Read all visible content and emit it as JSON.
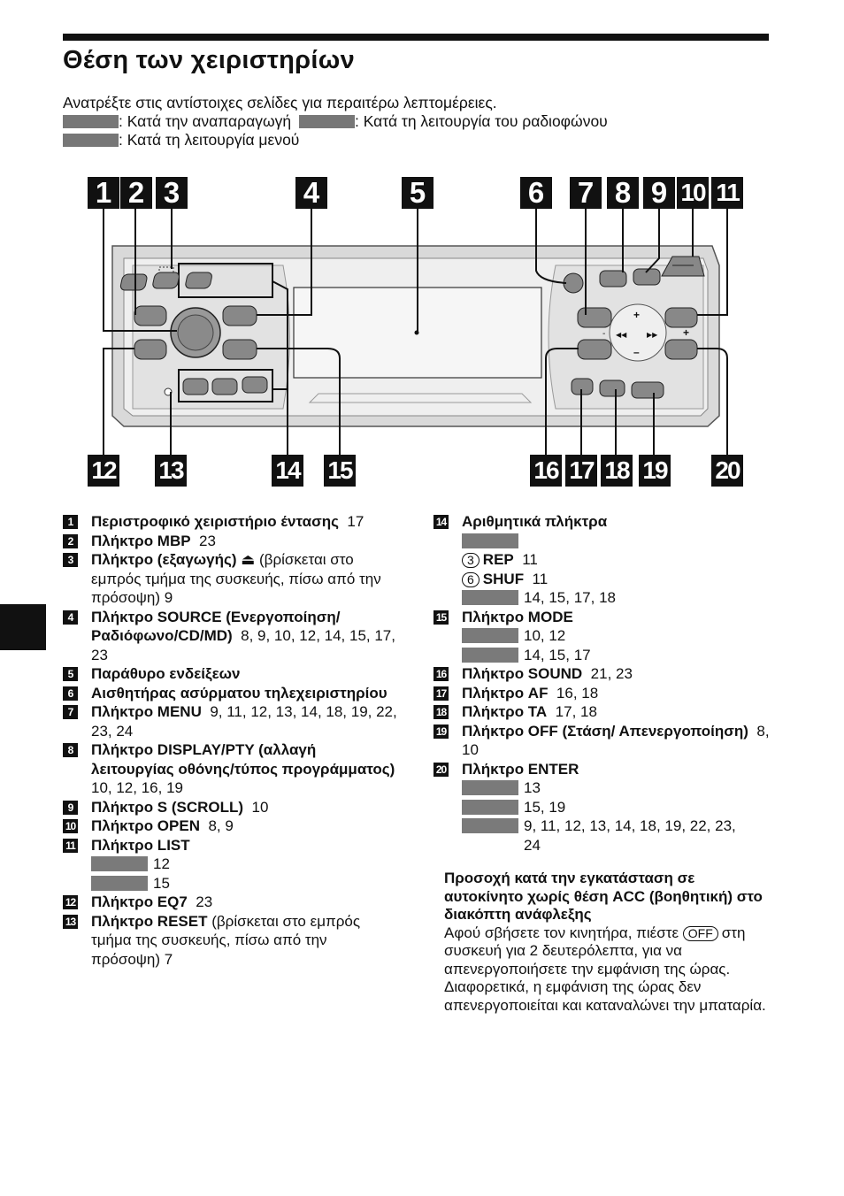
{
  "title": "Θέση των χειριστηρίων",
  "intro": {
    "line1": "Ανατρέξτε στις αντίστοιχες σελίδες για περαιτέρω λεπτομέρειες.",
    "playback": ": Κατά την αναπαραγωγή",
    "radio": ": Κατά τη λειτουργία του ραδιοφώνου",
    "menu": ": Κατά τη λειτουργία μενού"
  },
  "callouts_top": [
    "1",
    "2",
    "3",
    "4",
    "5",
    "6",
    "7",
    "8",
    "9",
    "10",
    "11"
  ],
  "callouts_bottom": [
    "12",
    "13",
    "14",
    "15",
    "16",
    "17",
    "18",
    "19",
    "20"
  ],
  "device": {
    "plus": "+",
    "minus": "–",
    "prev": "◀◀",
    "next": "▶▶"
  },
  "left": [
    {
      "n": "1",
      "name": "Περιστροφικό χειριστήριο έντασης",
      "pages": "17"
    },
    {
      "n": "2",
      "name": "Πλήκτρο MBP",
      "pages": "23"
    },
    {
      "n": "3",
      "name": "Πλήκτρο (εξαγωγής) ⏏",
      "rest": " (βρίσκεται στο εμπρός τμήμα της συσκευής, πίσω από την πρόσοψη)  9"
    },
    {
      "n": "4",
      "name": "Πλήκτρο SOURCE (Ενεργοποίηση/ Ραδιόφωνο/CD/MD)",
      "pages": "8, 9, 10, 12, 14, 15, 17, 23"
    },
    {
      "n": "5",
      "name": "Παράθυρο ενδείξεων",
      "pages": ""
    },
    {
      "n": "6",
      "name": "Αισθητήρας ασύρματου τηλεχειριστηρίου",
      "pages": ""
    },
    {
      "n": "7",
      "name": "Πλήκτρο MENU",
      "pages": "9, 11, 12, 13, 14, 18, 19, 22, 23, 24"
    },
    {
      "n": "8",
      "name": "Πλήκτρο DISPLAY/PTY (αλλαγή λειτουργίας οθόνης/τύπος προγράμματος)",
      "pages": "10, 12, 16, 19"
    },
    {
      "n": "9",
      "name": "Πλήκτρο S (SCROLL)",
      "pages": "10"
    },
    {
      "n": "10",
      "name": "Πλήκτρο OPEN",
      "pages": "8, 9"
    },
    {
      "n": "11",
      "name": "Πλήκτρο LIST",
      "pages": "",
      "sub": [
        "12",
        "15"
      ]
    },
    {
      "n": "12",
      "name": "Πλήκτρο EQ7",
      "pages": "23"
    },
    {
      "n": "13",
      "name": "Πλήκτρο RESET",
      "rest": " (βρίσκεται στο εμπρός τμήμα της συσκευής, πίσω από την πρόσοψη)  7"
    }
  ],
  "right": {
    "n14": {
      "n": "14",
      "name": "Αριθμητικά πλήκτρα",
      "rep_key": "3",
      "rep": "REP",
      "rep_p": "11",
      "shuf_key": "6",
      "shuf": "SHUF",
      "shuf_p": "11",
      "last": "14, 15, 17, 18"
    },
    "n15": {
      "n": "15",
      "name": "Πλήκτρο MODE",
      "sub": [
        "10, 12",
        "14, 15, 17"
      ]
    },
    "n16": {
      "n": "16",
      "name": "Πλήκτρο SOUND",
      "pages": "21, 23"
    },
    "n17": {
      "n": "17",
      "name": "Πλήκτρο AF",
      "pages": "16, 18"
    },
    "n18": {
      "n": "18",
      "name": "Πλήκτρο TA",
      "pages": "17, 18"
    },
    "n19": {
      "n": "19",
      "name": "Πλήκτρο OFF (Στάση/ Απενεργοποίηση)",
      "pages": "8, 10"
    },
    "n20": {
      "n": "20",
      "name": "Πλήκτρο ENTER",
      "sub": [
        "13",
        "15, 19",
        "9, 11, 12, 13, 14, 18, 19, 22, 23,",
        "24"
      ]
    }
  },
  "note": {
    "heading": "Προσοχή κατά την εγκατάσταση σε αυτοκίνητο χωρίς θέση ACC (βοηθητική) στο διακόπτη ανάφλεξης",
    "p1a": "Αφού σβήσετε τον κινητήρα, πιέστε",
    "off": "OFF",
    "p1b": "στη συσκευή για 2 δευτερόλεπτα, για να απενεργοποιήσετε την εμφάνιση της ώρας.",
    "p2": "Διαφορετικά, η εμφάνιση της ώρας δεν απενεργοποιείται και καταναλώνει την μπαταρία."
  },
  "colors": {
    "ink": "#111111",
    "panel": "#d9d9d9",
    "shade": "#7a7a7a"
  }
}
